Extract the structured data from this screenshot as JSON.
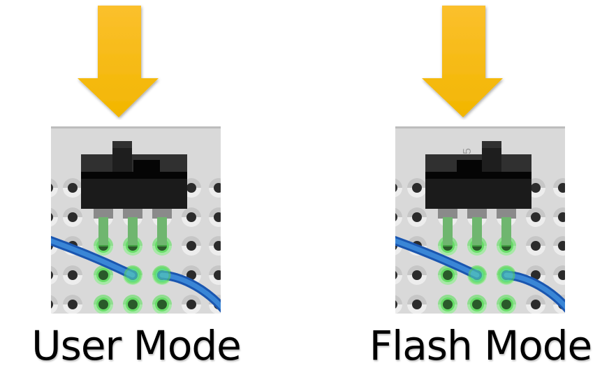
{
  "panels": [
    {
      "id": "user",
      "caption": "User Mode",
      "switch_position": "left",
      "silkscreen_mark": ""
    },
    {
      "id": "flash",
      "caption": "Flash Mode",
      "switch_position": "right",
      "silkscreen_mark": "5"
    }
  ],
  "colors": {
    "arrow_top": "#FBC02D",
    "arrow_bottom": "#F2B600",
    "board": "#D9D9D9",
    "switch_body": "#1B1B1B",
    "pin": "#8A8A8A",
    "hole": "#2B2B2B",
    "hole_highlight": "#5ADB5A",
    "hole_connected": "#2A5A2A",
    "wire": "#3A86D6",
    "wire_edge": "#1A56B0"
  }
}
